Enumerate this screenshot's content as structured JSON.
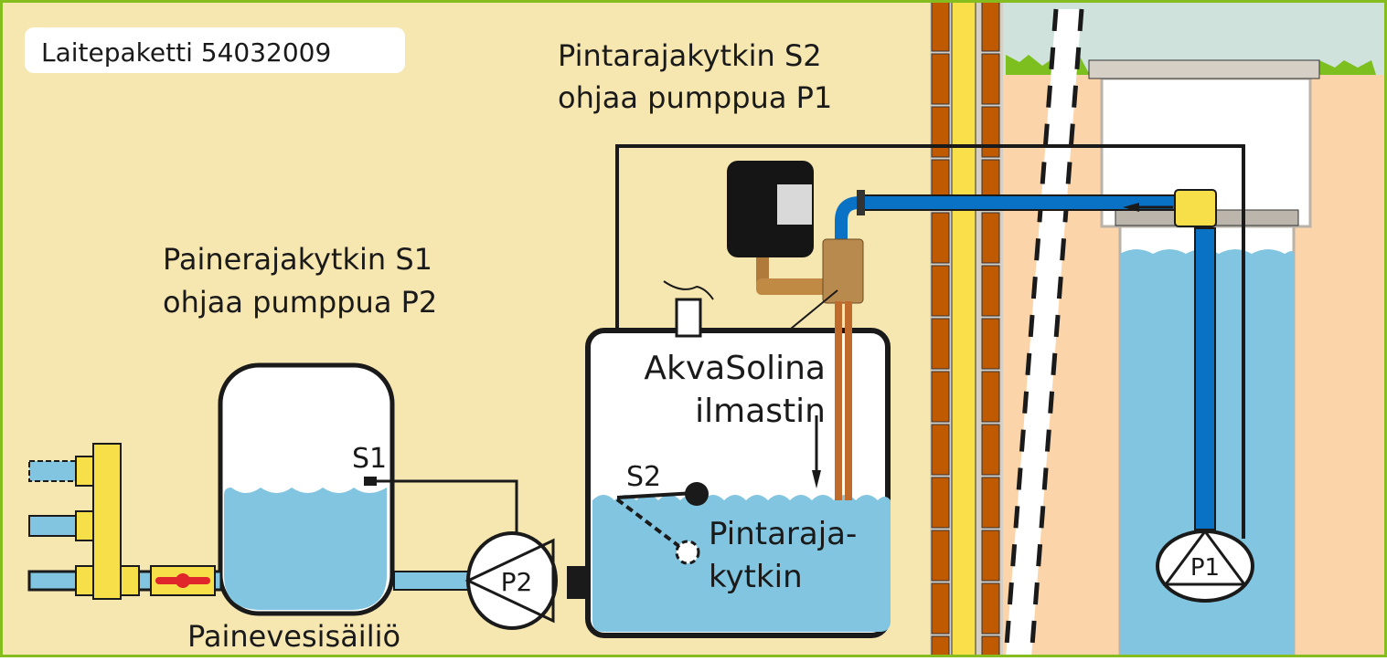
{
  "title_badge": "Laitepaketti 54032009",
  "labels": {
    "s2_heading_line1": "Pintarajakytkin S2",
    "s2_heading_line2": "ohjaa pumppua P1",
    "s1_heading_line1": "Painerajakytkin S1",
    "s1_heading_line2": "ohjaa pumppua P2",
    "s1_tag": "S1",
    "s2_tag": "S2",
    "p1_tag": "P1",
    "p2_tag": "P2",
    "aerator_line1": "AkvaSolina",
    "aerator_line2": "ilmastin",
    "float_switch_line1": "Pintaraja-",
    "float_switch_line2": "kytkin",
    "pressure_tank": "Painevesisäiliö"
  },
  "colors": {
    "indoor_bg": "#f6e6b0",
    "frame_green": "#86bd1e",
    "water_light": "#82c5e0",
    "pipe_blue": "#0a72c4",
    "soil": "#fcd4a9",
    "sky": "#cfe3dc",
    "brick": "#c05a00",
    "insulation": "#f9e04b",
    "fitting_yellow": "#f7df4a",
    "valve_red": "#e0252b"
  }
}
